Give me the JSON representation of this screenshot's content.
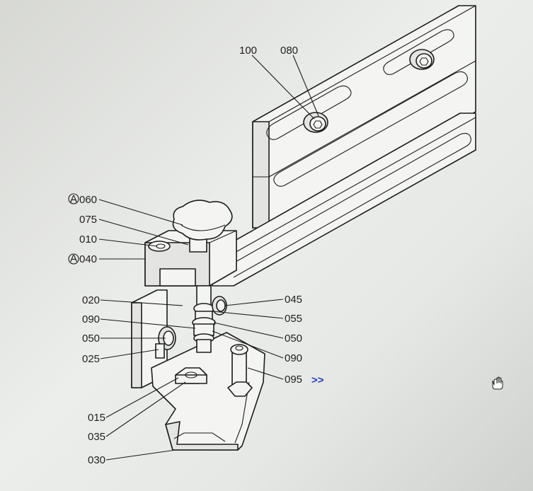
{
  "nav_arrow": ">>",
  "callouts": [
    {
      "id": "c100",
      "text": "100"
    },
    {
      "id": "c080",
      "text": "080"
    },
    {
      "id": "c060",
      "text": "060",
      "marker": "A"
    },
    {
      "id": "c075",
      "text": "075"
    },
    {
      "id": "c010",
      "text": "010"
    },
    {
      "id": "c040",
      "text": "040",
      "marker": "A"
    },
    {
      "id": "c020",
      "text": "020"
    },
    {
      "id": "c090l",
      "text": "090"
    },
    {
      "id": "c050l",
      "text": "050"
    },
    {
      "id": "c025",
      "text": "025"
    },
    {
      "id": "c015",
      "text": "015"
    },
    {
      "id": "c035",
      "text": "035"
    },
    {
      "id": "c030",
      "text": "030"
    },
    {
      "id": "c045",
      "text": "045"
    },
    {
      "id": "c055",
      "text": "055"
    },
    {
      "id": "c050r",
      "text": "050"
    },
    {
      "id": "c090r",
      "text": "090"
    },
    {
      "id": "c095",
      "text": "095"
    }
  ],
  "cursor_icon": "hand-pointer-icon"
}
